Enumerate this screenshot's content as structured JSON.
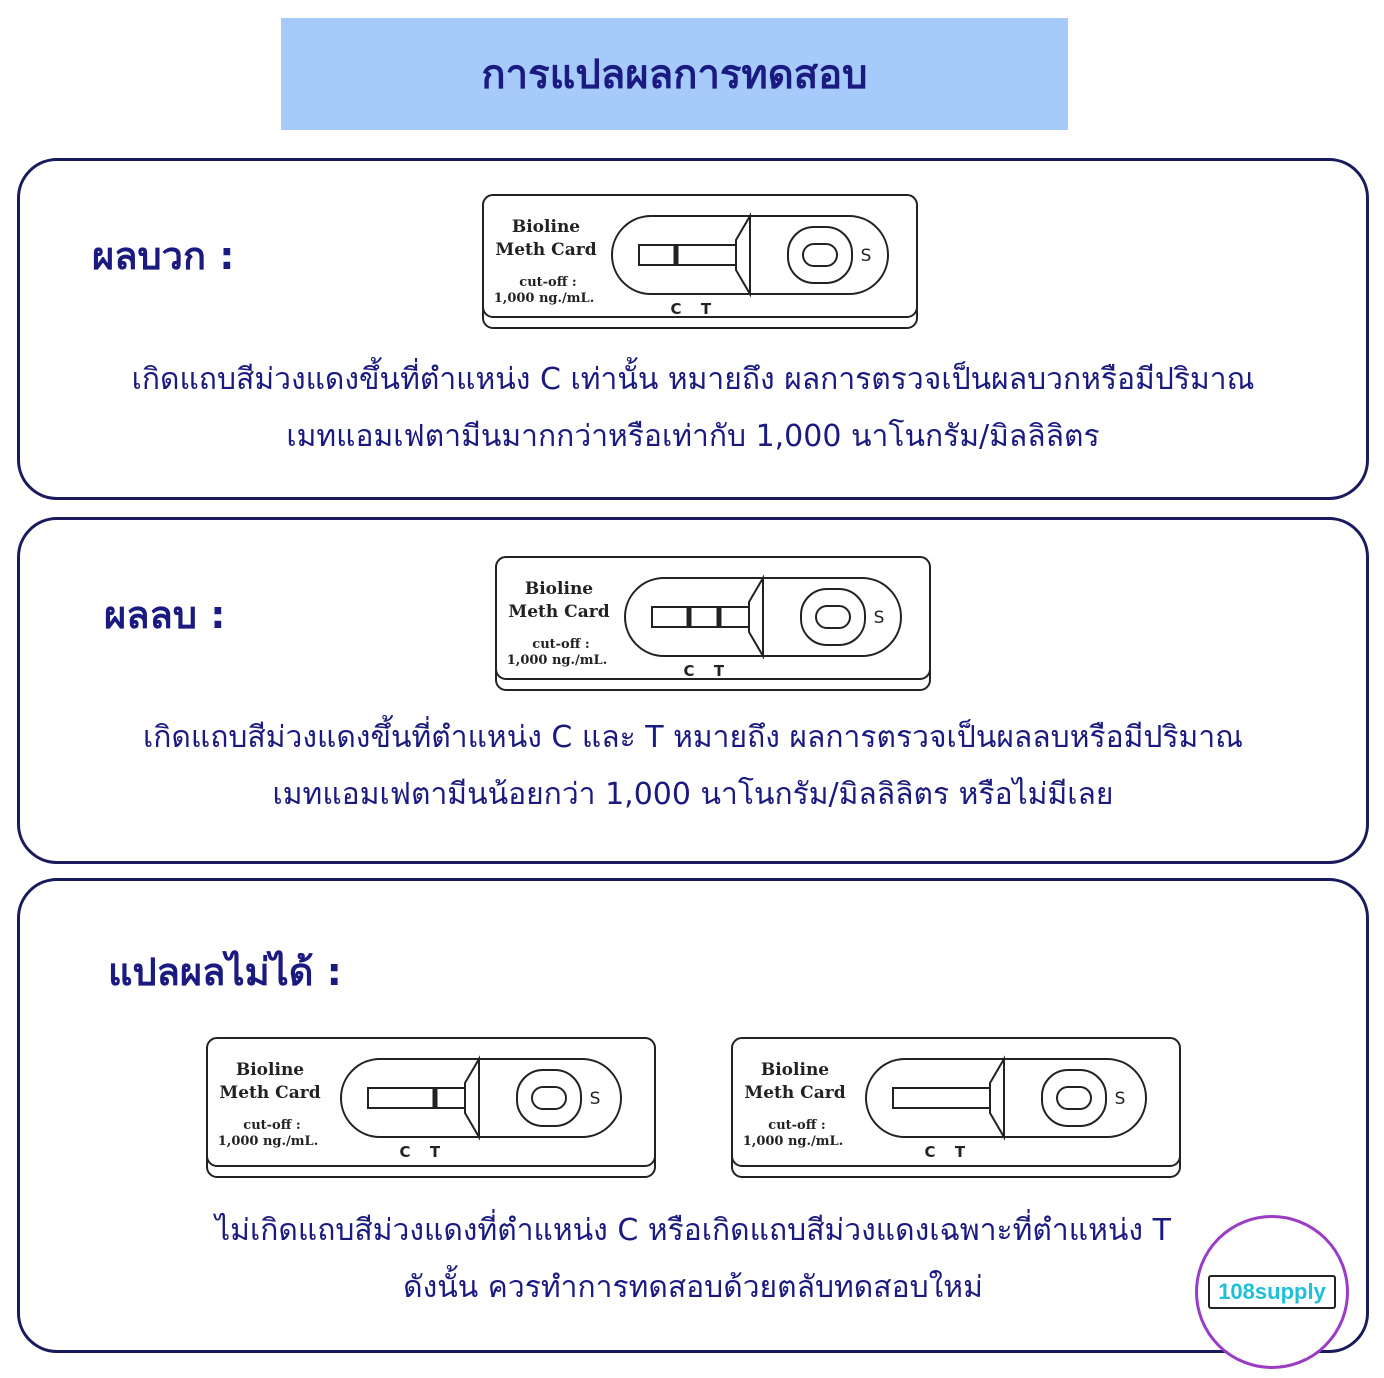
{
  "title": "การแปลผลการทดสอบ",
  "sections": [
    {
      "heading": "ผลบวก :",
      "lines": [
        "เกิดแถบสีม่วงแดงขึ้นที่ตำแหน่ง C เท่านั้น หมายถึง ผลการตรวจเป็นผลบวกหรือมีปริมาณ",
        "เมทแอมเฟตามีนมากกว่าหรือเท่ากับ 1,000 นาโนกรัม/มิลลิลิตร"
      ],
      "bands": {
        "C": true,
        "T": false
      }
    },
    {
      "heading": "ผลลบ :",
      "lines": [
        "เกิดแถบสีม่วงแดงขึ้นที่ตำแหน่ง C และ T หมายถึง ผลการตรวจเป็นผลลบหรือมีปริมาณ",
        "เมทแอมเฟตามีนน้อยกว่า 1,000 นาโนกรัม/มิลลิลิตร หรือไม่มีเลย"
      ],
      "bands": {
        "C": true,
        "T": true
      }
    },
    {
      "heading": "แปลผลไม่ได้ :",
      "lines": [
        "ไม่เกิดแถบสีม่วงแดงที่ตำแหน่ง C หรือเกิดแถบสีม่วงแดงเฉพาะที่ตำแหน่ง T",
        "ดังนั้น ควรทำการทดสอบด้วยตลับทดสอบใหม่"
      ],
      "cards": [
        {
          "bands": {
            "C": false,
            "T": true
          }
        },
        {
          "bands": {
            "C": false,
            "T": false
          }
        }
      ]
    }
  ],
  "card": {
    "brand_line1": "Bioline",
    "brand_line2": "Meth Card",
    "cutoff_line1": "cut-off :",
    "cutoff_line2": "1,000 ng./mL.",
    "label_c": "C",
    "label_t": "T",
    "label_s": "S"
  },
  "logo": "108supply",
  "colors": {
    "title_bg": "#a6cbfb",
    "text": "#1a1a80",
    "logo_ring": "#9b3cc6",
    "logo_text": "#1fbfd8"
  }
}
